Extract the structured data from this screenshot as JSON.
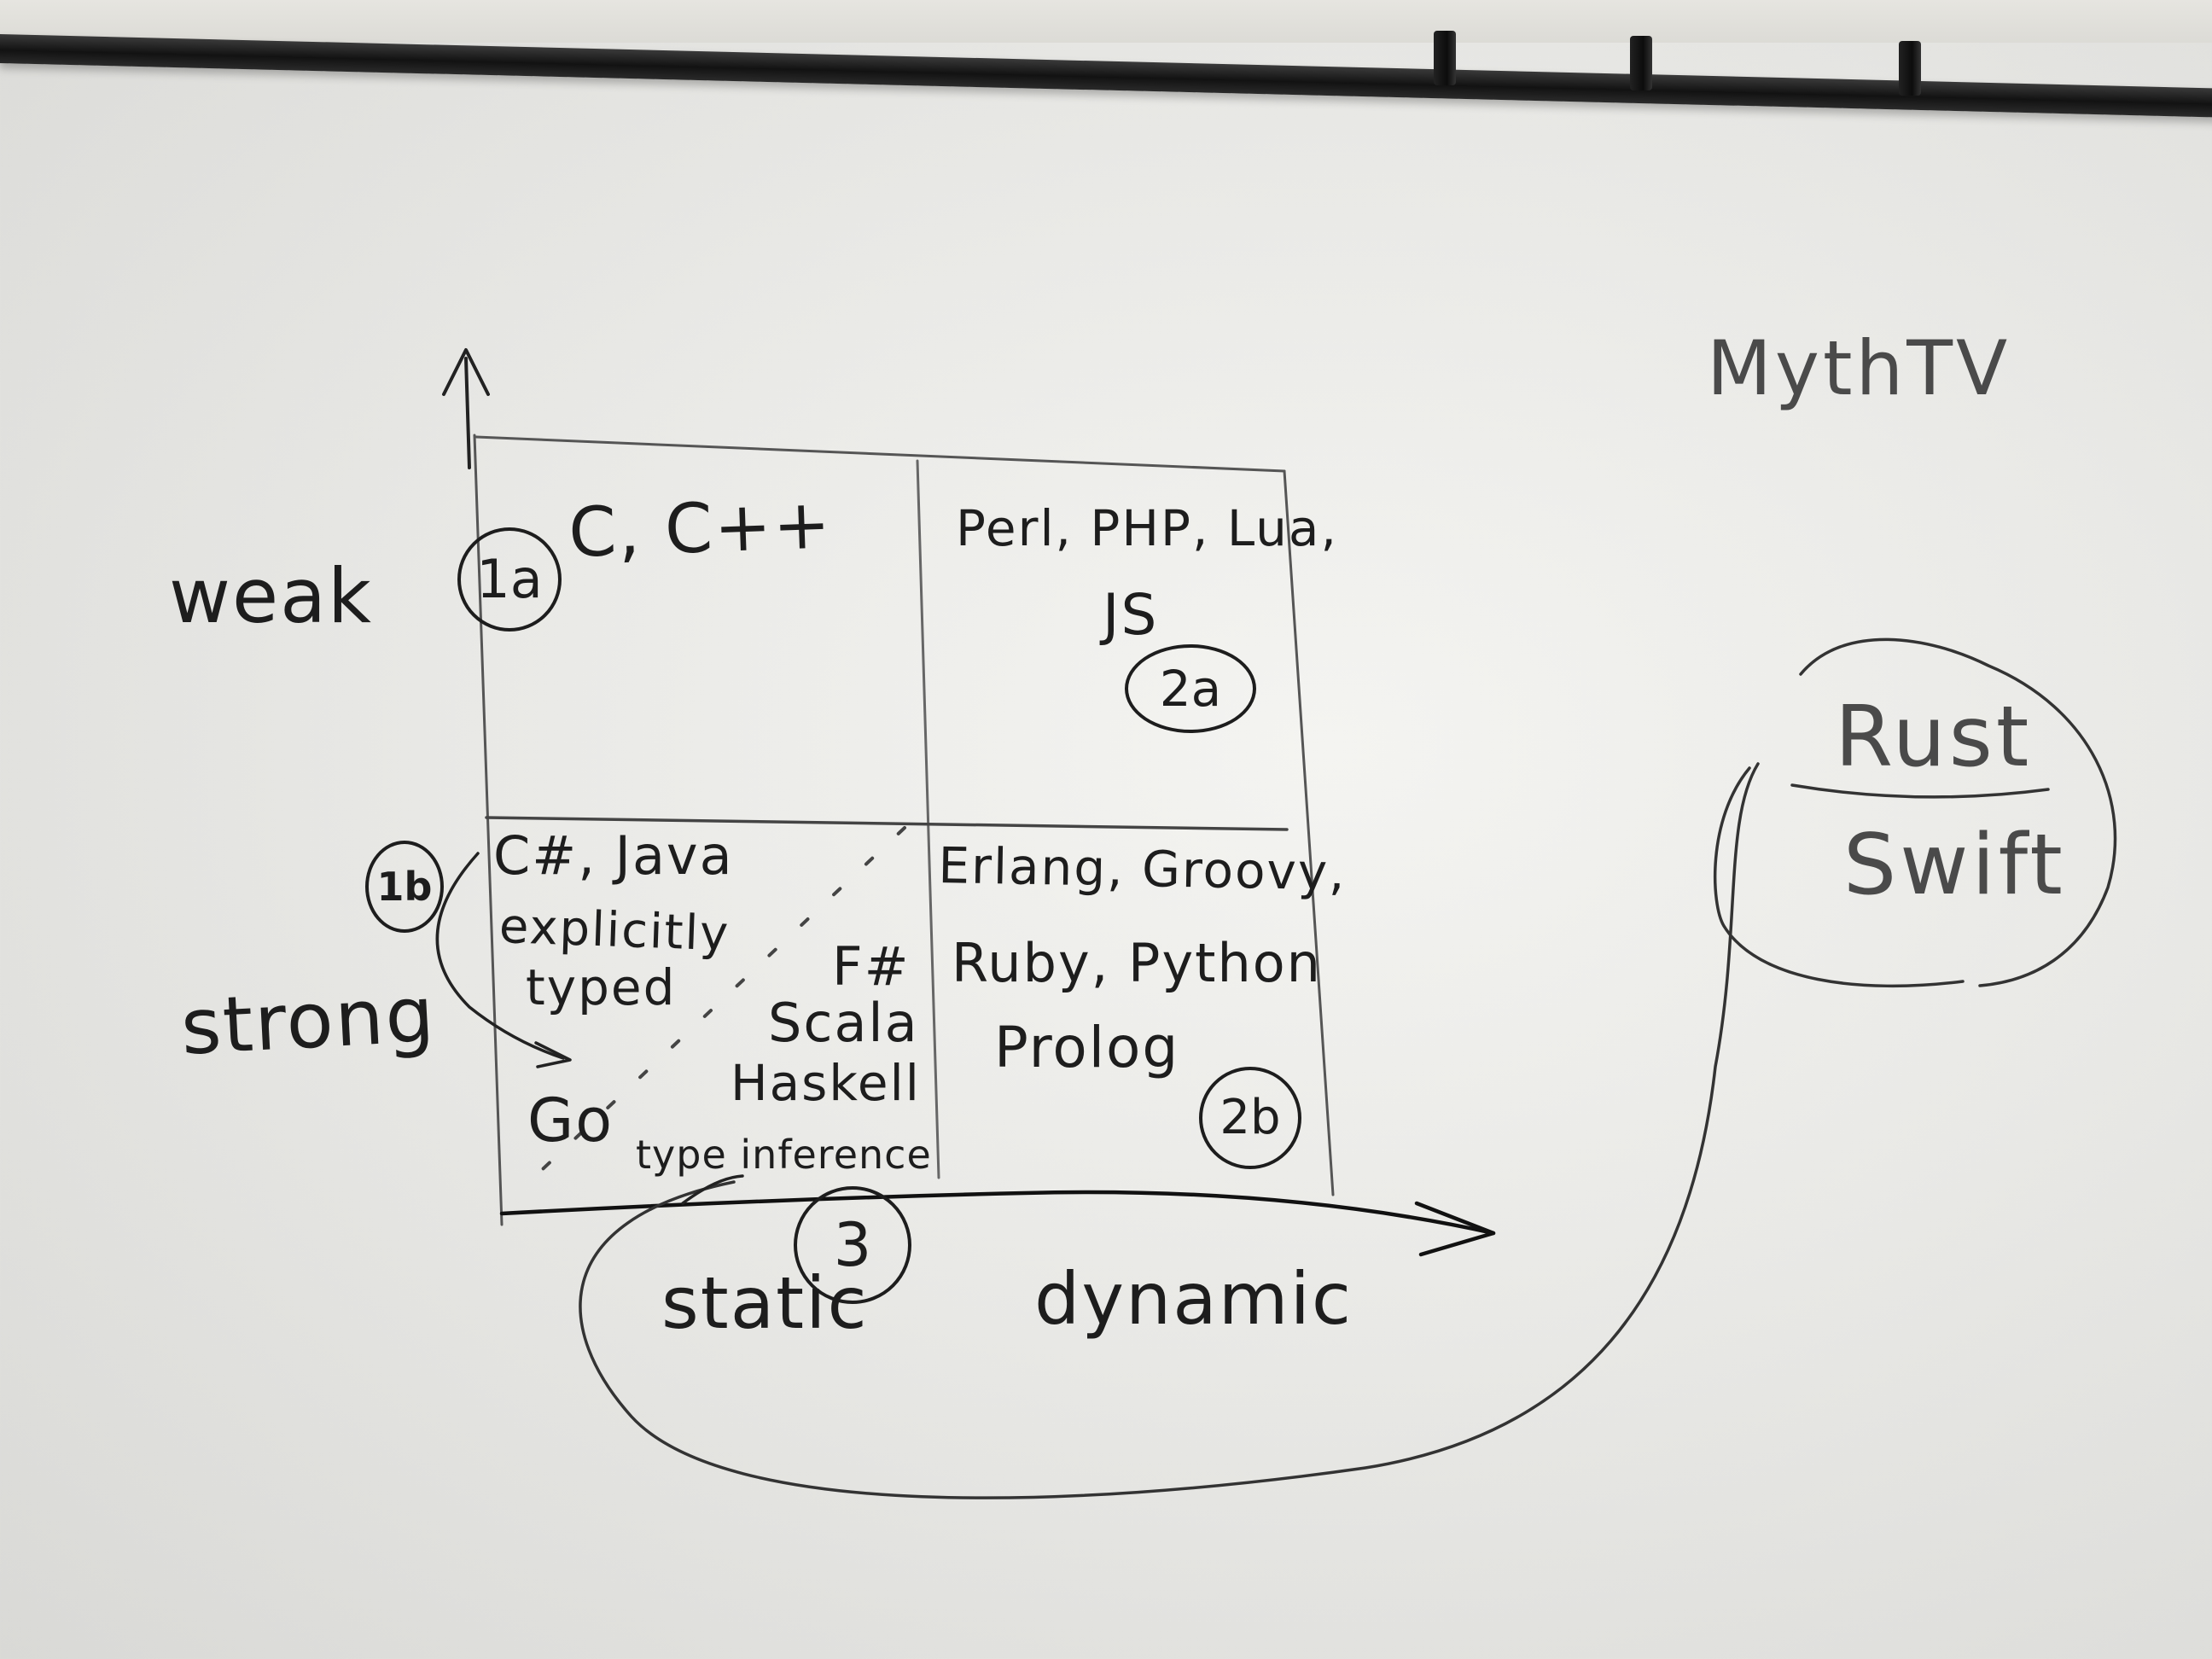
{
  "board": {
    "axes": {
      "y_top_label": "weak",
      "y_bottom_label": "strong",
      "x_left_label": "static",
      "x_right_label": "dynamic"
    },
    "quadrants": {
      "q1a": {
        "badge": "1a",
        "text": "C, C++"
      },
      "q2a": {
        "badge": "2a",
        "line1": "Perl, PHP, Lua,",
        "line2": "JS"
      },
      "q1b": {
        "badge": "1b",
        "line1": "C#, Java",
        "line2": "explicitly",
        "line3": "typed",
        "go": "Go",
        "fsharp": "F#",
        "scala": "Scala",
        "haskell": "Haskell",
        "type_inference": "type inference"
      },
      "q2b": {
        "badge": "2b",
        "line1": "Erlang, Groovy,",
        "line2": "Ruby, Python",
        "line3": "Prolog"
      }
    },
    "badge_3": "3",
    "side_note": "MythTV",
    "bubble": {
      "line1": "Rust",
      "line2": "Swift"
    }
  },
  "colors": {
    "ink": "#1d1d1d",
    "board": "#ececea",
    "rail": "#161616"
  }
}
